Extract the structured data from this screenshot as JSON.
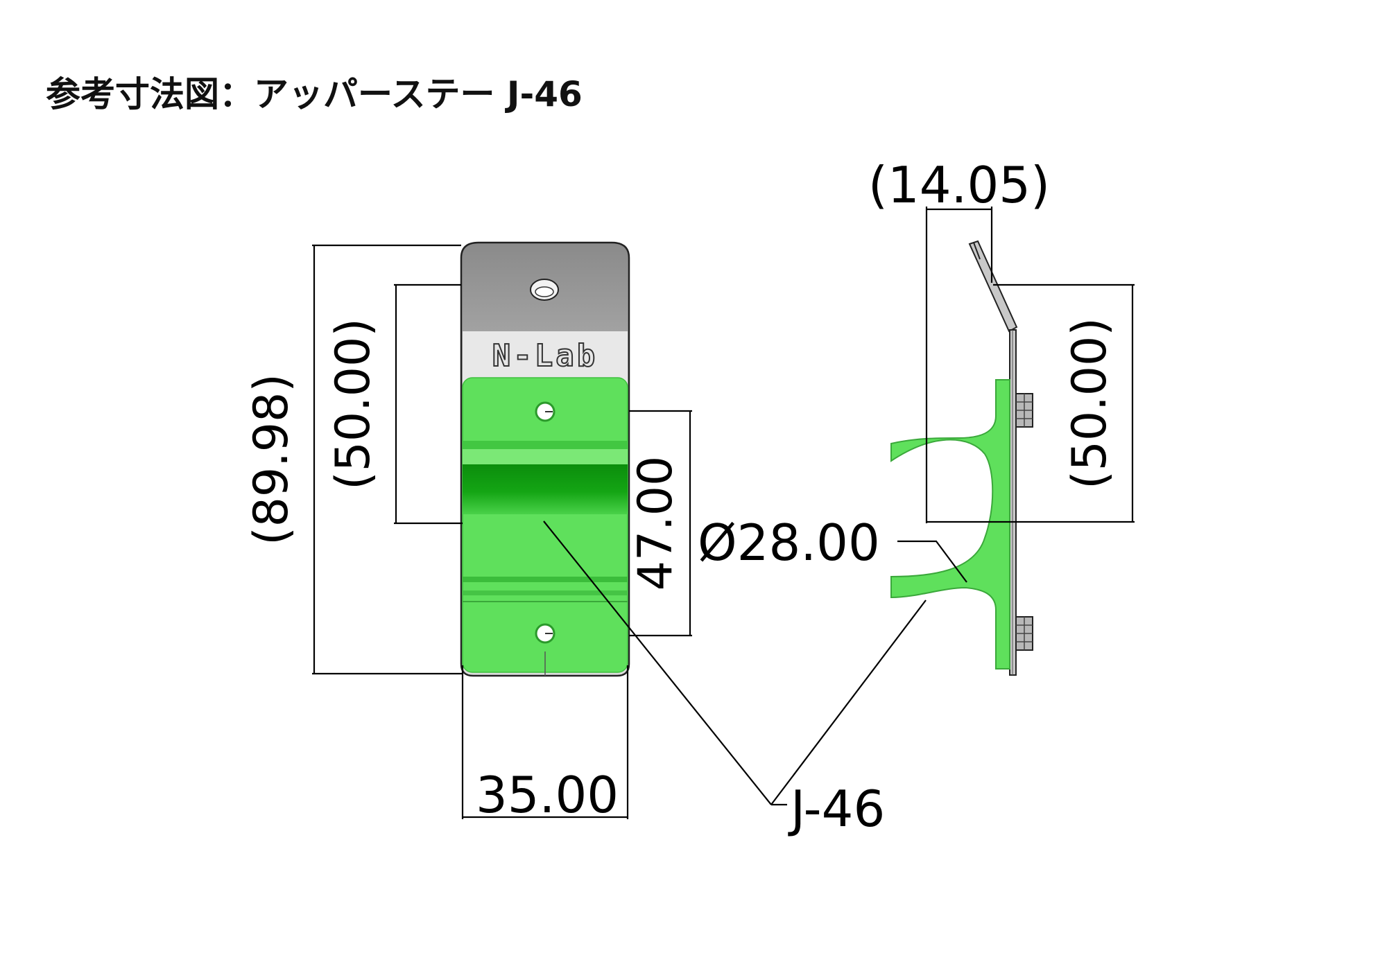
{
  "title": "参考寸法図：アッパーステー J-46",
  "front_view": {
    "overall_height": "(89.98)",
    "upper_height": "(50.00)",
    "clamp_height": "47.00",
    "width": "35.00",
    "logo": "N-Lab"
  },
  "side_view": {
    "offset": "(14.05)",
    "height": "(50.00)",
    "diameter": "Ø28.00"
  },
  "part_label": "J-46",
  "colors": {
    "clamp_green": "#5fe05c",
    "clamp_dark": "#0f9a10",
    "plate_gray": "#b8b8b8",
    "line": "#000000"
  }
}
